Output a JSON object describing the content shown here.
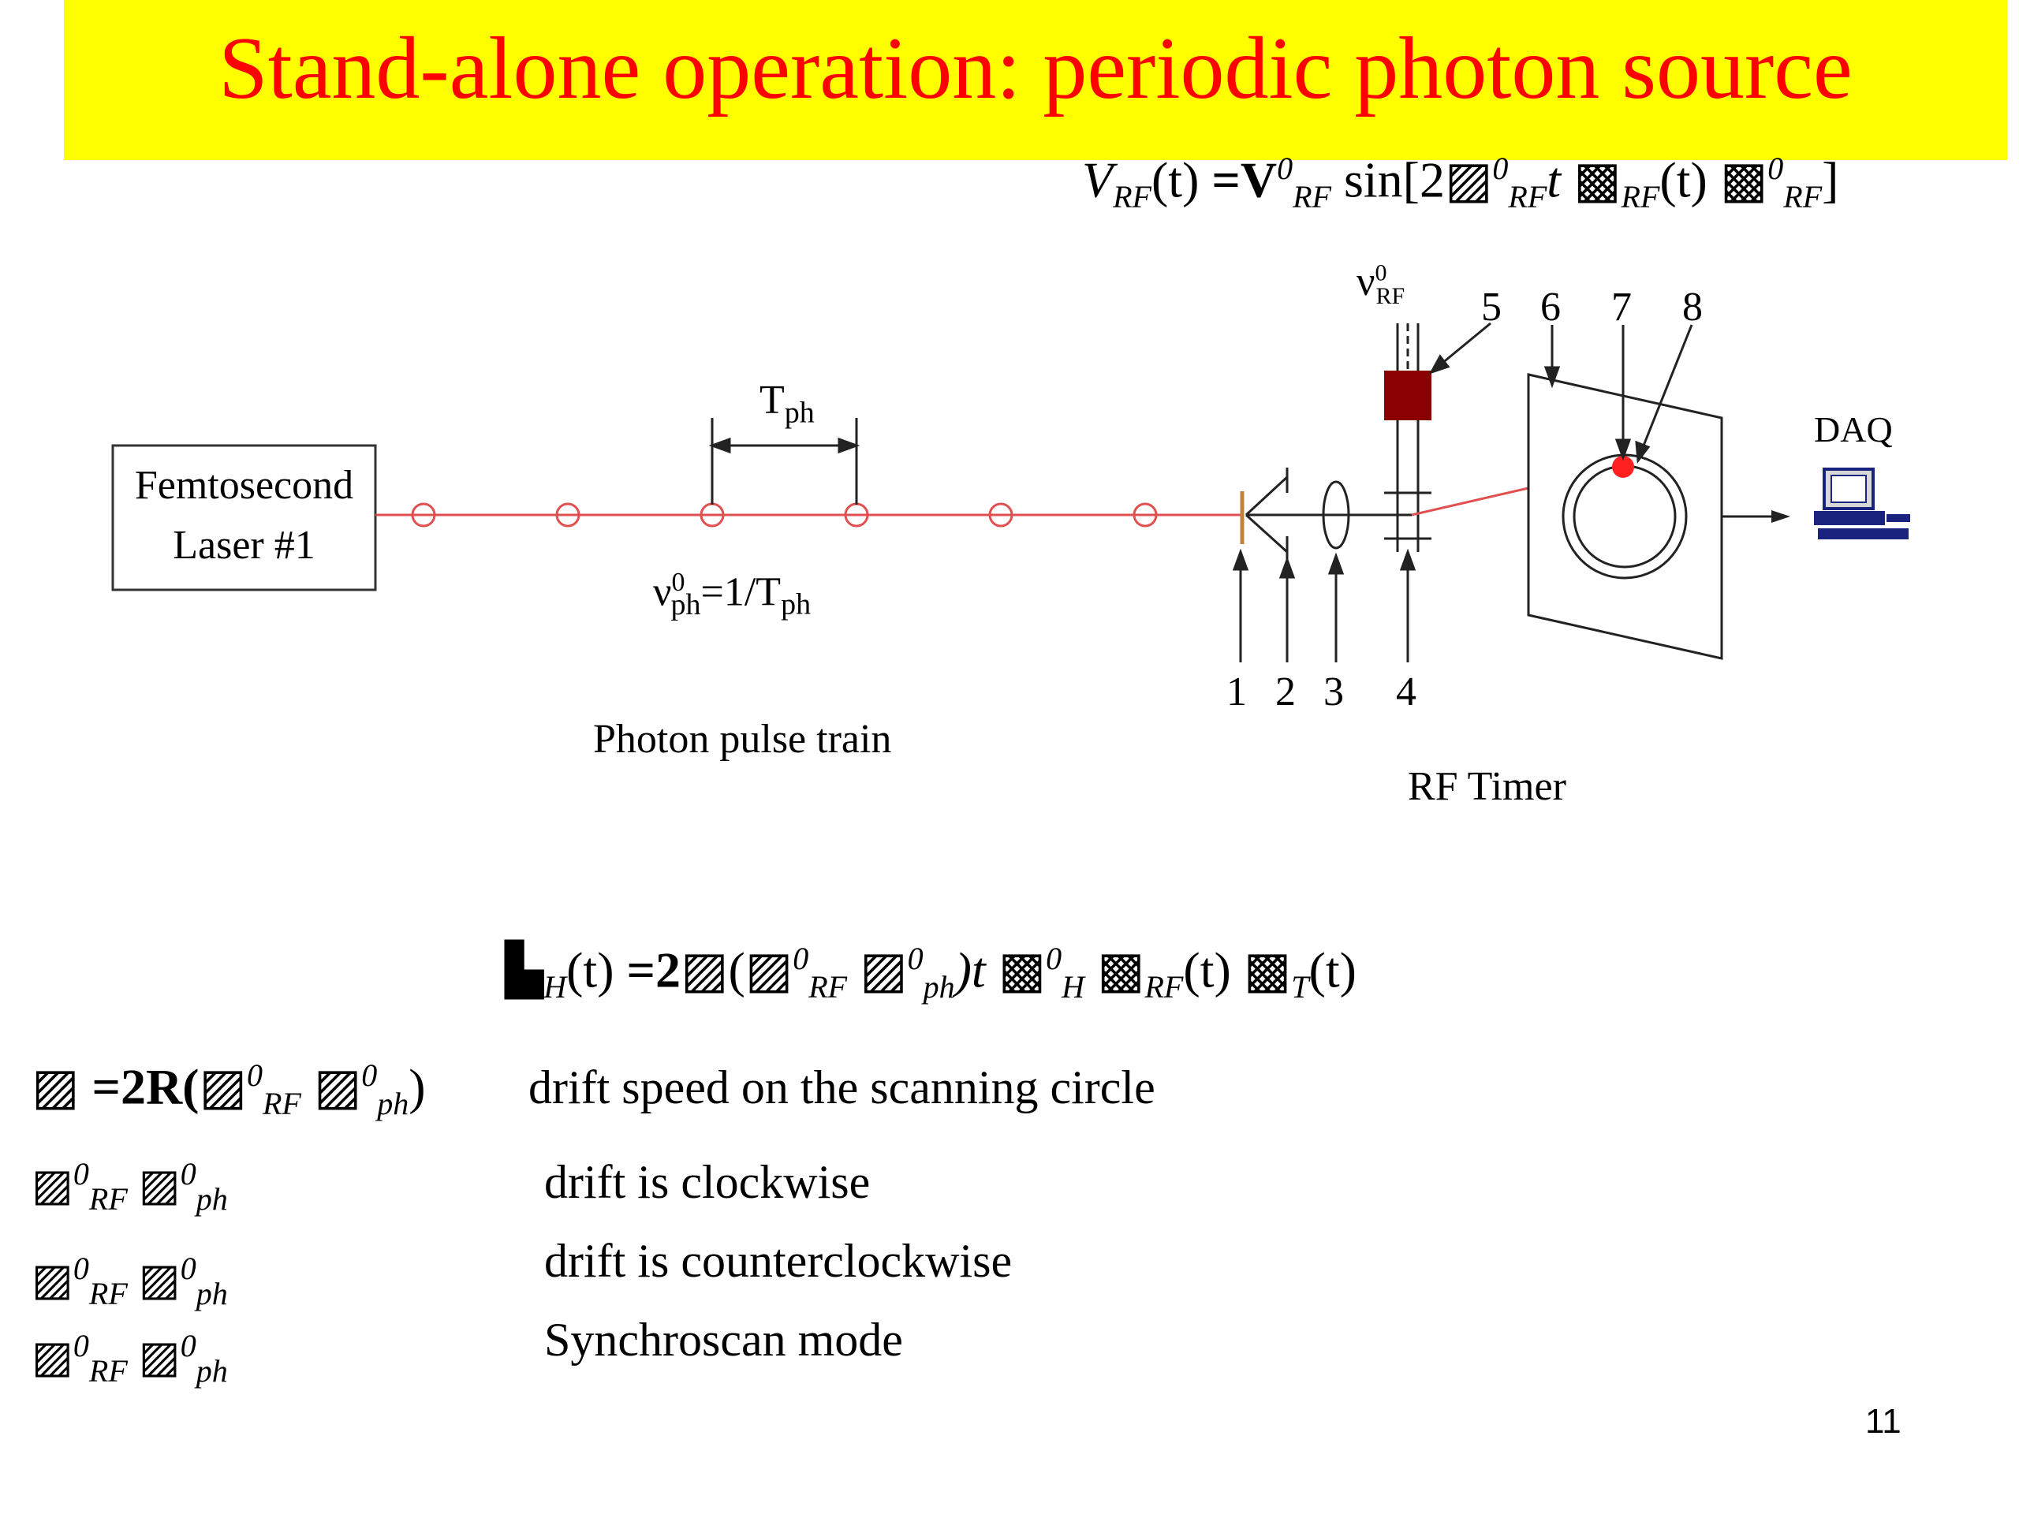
{
  "title": "Stand-alone operation: periodic photon source",
  "colors": {
    "title_bg": "#ffff00",
    "title_text": "#ff0000",
    "beam": "#e05050",
    "pulse": "#e05050",
    "deflector_box": "#8b0000",
    "spot": "#ff2020"
  },
  "equation_top": {
    "lhs": "V",
    "lhs_sub": "RF",
    "lhs_arg": "(t)",
    "eq": "=V",
    "v_sup": "0",
    "v_sub": "RF",
    "sin": "sin[",
    "two": "2",
    "nu_sup": "0",
    "nu_sub": "RF",
    "t": "t",
    "phi_sub": "RF",
    "phi_arg": "(t)",
    "phi2_sup": "0",
    "phi2_sub": "RF",
    "close": "]"
  },
  "diagram": {
    "laser_line1": "Femtosecond",
    "laser_line2": "Laser  #1",
    "period_label": "T",
    "period_sub": "ph",
    "freq_label": "ν",
    "freq_sup": "0",
    "freq_sub": "ph",
    "freq_eq": "=1/T",
    "freq_eq_sub": "ph",
    "pulse_train_label": "Photon pulse train",
    "rf_label": "ν",
    "rf_sup": "0",
    "rf_sub": "RF",
    "numbers": [
      "1",
      "2",
      "3",
      "4",
      "5",
      "6",
      "7",
      "8"
    ],
    "rf_timer_label": "RF Timer",
    "daq_label": "DAQ",
    "computer_icon": "computer-icon"
  },
  "equation_mid": {
    "lhs_sub": "H",
    "lhs_arg": "(t)",
    "eq": "=2",
    "nu1_sup": "0",
    "nu1_sub": "RF",
    "nu2_sup": "0",
    "nu2_sub": "ph",
    "t": ")t",
    "phiH_sup": "0",
    "phiH_sub": "H",
    "phiRF_sub": "RF",
    "phiRF_arg": "(t)",
    "phiT_sub": "T",
    "phiT_arg": "(t)"
  },
  "conditions": [
    {
      "eq": "=2R(",
      "sub1": "RF",
      "sup1": "0",
      "sub2": "ph",
      "sup2": "0",
      "close": ")",
      "desc": "drift speed on the scanning circle"
    },
    {
      "sub1": "RF",
      "sup1": "0",
      "sub2": "ph",
      "sup2": "0",
      "desc": "drift is clockwise"
    },
    {
      "sub1": "RF",
      "sup1": "0",
      "sub2": "ph",
      "sup2": "0",
      "desc": "drift is counterclockwise"
    },
    {
      "sub1": "RF",
      "sup1": "0",
      "sub2": "ph",
      "sup2": "0",
      "desc": "Synchroscan mode"
    }
  ],
  "page_number": "11"
}
